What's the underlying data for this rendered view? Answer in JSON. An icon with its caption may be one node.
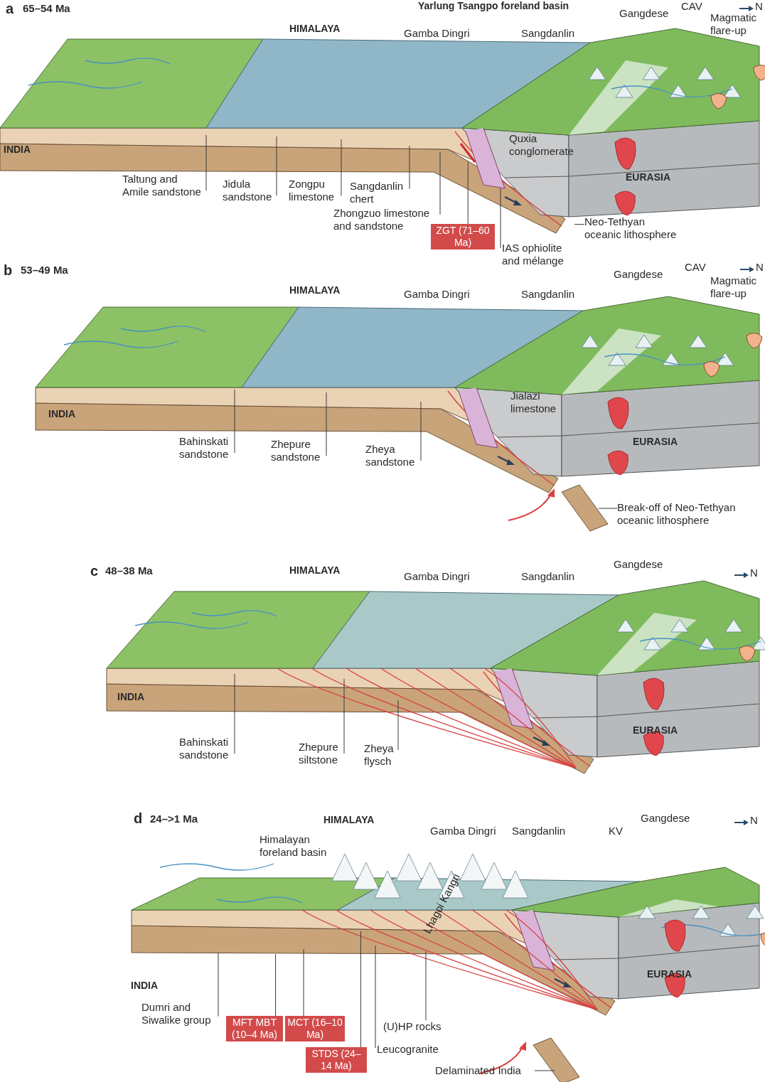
{
  "diagram": {
    "nodes": [
      {
        "text": [
          "Taltung and Amile sandstone"
        ]
      },
      {
        "text": [
          "Jidula sandstone"
        ]
      },
      {
        "text": [
          "Zongpu limestone"
        ]
      },
      {
        "text": [
          "Sangdanlin chert"
        ]
      },
      {
        "text": [
          "Zhongzuo limestone and sandstone"
        ]
      },
      {
        "text": [
          "ZGT (71–60 Ma)"
        ]
      },
      {
        "text": [
          "IAS ophiolite and mélange"
        ]
      },
      {
        "text": [
          "Neo-Tethyan oceanic lithosphere"
        ]
      },
      {
        "text": [
          "Bahinskati sandstone"
        ]
      },
      {
        "text": [
          "Zhepure sandstone"
        ]
      },
      {
        "text": [
          "Zheya sandstone"
        ]
      },
      {
        "text": [
          "Break-off of Neo-Tethyan oceanic lithosphere"
        ]
      },
      {
        "text": [
          "Bahinskati sandstone"
        ]
      },
      {
        "text": [
          "Zhepure siltstone"
        ]
      },
      {
        "text": [
          "Zheya flysch"
        ]
      },
      {
        "text": [
          "Dumri and Siwalike group"
        ]
      },
      {
        "text": [
          "MFT MBT (10–4 Ma)"
        ]
      },
      {
        "text": [
          "MCT (16–10 Ma)"
        ]
      },
      {
        "text": [
          "STDS (24–14 Ma)"
        ]
      },
      {
        "text": [
          "(U)HP rocks"
        ]
      },
      {
        "text": [
          "Leucogranite"
        ]
      },
      {
        "text": [
          "Delaminated India"
        ]
      },
      {
        "text": [],
        "shape": "bar"
      },
      {
        "text": [],
        "shape": "bar"
      }
    ],
    "edges": [
      {
        "from": 0,
        "to": null,
        "arrow": "none"
      },
      {
        "from": 1,
        "to": null,
        "arrow": "none"
      },
      {
        "from": 2,
        "to": null,
        "arrow": "none"
      },
      {
        "from": 3,
        "to": null,
        "arrow": "none"
      },
      {
        "from": 4,
        "to": null,
        "arrow": "none"
      },
      {
        "from": 5,
        "to": 23,
        "arrow": "none"
      },
      {
        "from": 6,
        "to": 22,
        "arrow": "none"
      },
      {
        "from": 7,
        "to": null,
        "arrow": "none"
      },
      {
        "from": 8,
        "to": null,
        "arrow": "none"
      },
      {
        "from": 9,
        "to": null,
        "arrow": "none"
      },
      {
        "from": 10,
        "to": null,
        "arrow": "none"
      },
      {
        "from": 11,
        "to": null,
        "arrow": "none"
      },
      {
        "from": 12,
        "to": null,
        "arrow": "none"
      },
      {
        "from": 13,
        "to": null,
        "arrow": "none"
      },
      {
        "from": 14,
        "to": null,
        "arrow": "none"
      },
      {
        "from": 15,
        "to": null,
        "arrow": "none"
      },
      {
        "from": 16,
        "to": null,
        "arrow": "none"
      },
      {
        "from": 17,
        "to": null,
        "arrow": "none"
      },
      {
        "from": 18,
        "to": null,
        "arrow": "none"
      },
      {
        "from": 19,
        "to": null,
        "arrow": "none"
      },
      {
        "from": 20,
        "to": null,
        "arrow": "none"
      },
      {
        "from": 21,
        "to": null,
        "arrow": "none"
      }
    ],
    "labels": [
      "a",
      "65–54 Ma",
      "Yarlung Tsangpo foreland basin",
      "Gangdese",
      "CAV",
      "N",
      "HIMALAYA",
      "Magmatic flare-up",
      "Gamba Dingri",
      "Sangdanlin",
      "INDIA",
      "Quxia conglomerate",
      "EURASIA",
      "b",
      "53–49 Ma",
      "Gangdese",
      "CAV",
      "N",
      "Magmatic flare-up",
      "HIMALAYA",
      "Gamba Dingri",
      "Sangdanlin",
      "Jialazi limestone",
      "INDIA",
      "EURASIA",
      "c",
      "48–38 Ma",
      "Gangdese",
      "HIMALAYA",
      "N",
      "Gamba Dingri",
      "Sangdanlin",
      "INDIA",
      "EURASIA",
      "d",
      "24–>1 Ma",
      "HIMALAYA",
      "Gangdese",
      "N",
      "Gamba Dingri",
      "Sangdanlin",
      "KV",
      "Himalayan foreland basin",
      "Lhagoi Kangri",
      "INDIA",
      "EURASIA"
    ]
  }
}
